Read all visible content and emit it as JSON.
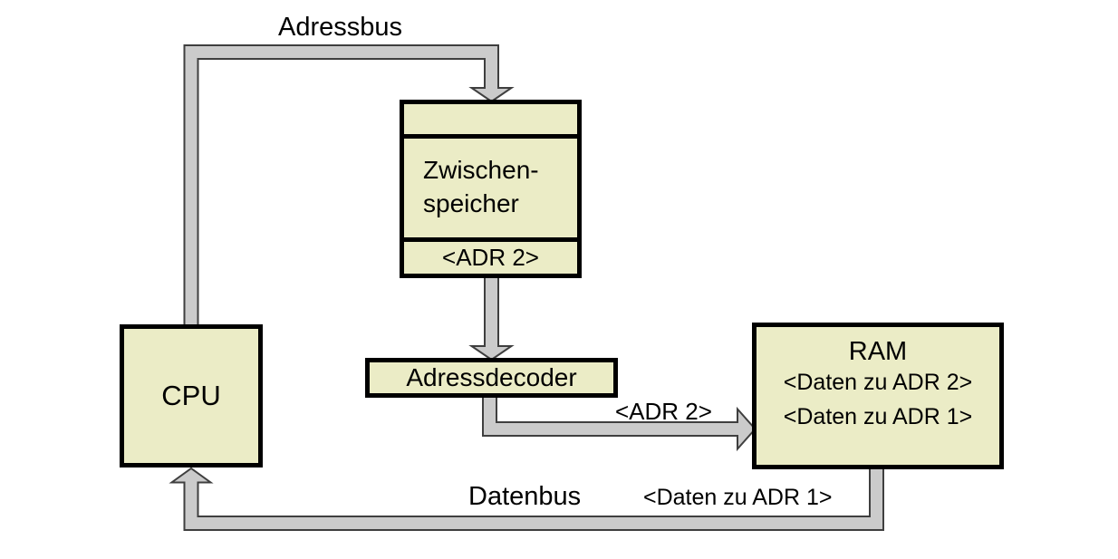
{
  "diagram": {
    "colors": {
      "box_fill": "#ebecc6",
      "box_border": "#000000",
      "bus_fill": "#cbcbcb",
      "bus_outline": "#3f3f3f",
      "text": "#000000",
      "bg": "#ffffff"
    },
    "boxes": {
      "cpu": {
        "label": "CPU"
      },
      "buffer": {
        "label_line1": "Zwischen-",
        "label_line2": "speicher",
        "register": "<ADR 2>"
      },
      "decoder": {
        "label": "Adressdecoder"
      },
      "ram": {
        "title": "RAM",
        "row1": "<Daten zu ADR 2>",
        "row2": "<Daten zu ADR 1>"
      }
    },
    "bus_labels": {
      "address_bus": "Adressbus",
      "data_bus": "Datenbus",
      "address_value": "<ADR 2>",
      "data_value": "<Daten zu ADR 1>"
    }
  }
}
